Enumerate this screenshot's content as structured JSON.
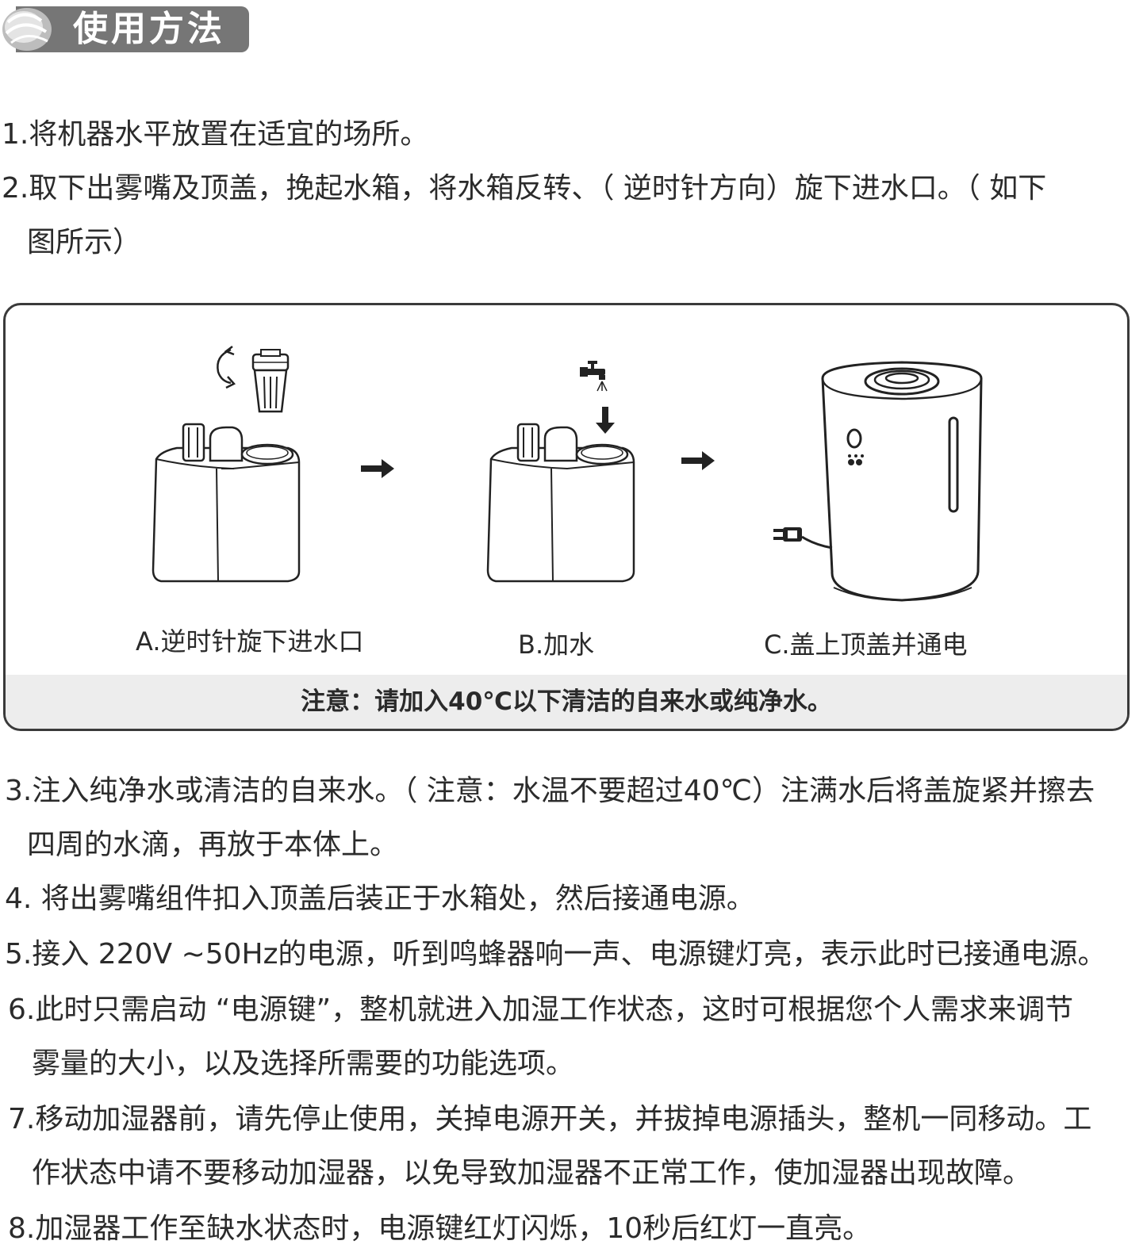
{
  "header": {
    "title": "使用方法"
  },
  "steps": [
    {
      "lines": [
        "1.将机器水平放置在适宜的场所。"
      ]
    },
    {
      "lines": [
        "2.取下出雾嘴及顶盖，挽起水箱，将水箱反转、（ 逆时针方向）旋下进水口。（ 如下",
        "图所示）"
      ]
    },
    {
      "lines": [
        "3.注入纯净水或清洁的自来水。（ 注意：水温不要超过40℃）注满水后将盖旋紧并擦去",
        "四周的水滴，再放于本体上。"
      ]
    },
    {
      "lines": [
        "4. 将出雾嘴组件扣入顶盖后装正于水箱处，然后接通电源。"
      ]
    },
    {
      "lines": [
        "5.接入 220V ~50Hz的电源，听到鸣蜂器响一声、电源键灯亮，表示此时已接通电源。"
      ]
    },
    {
      "lines": [
        "6.此时只需启动 “电源键”，整机就进入加湿工作状态，这时可根据您个人需求来调节",
        "雾量的大小，以及选择所需要的功能选项。"
      ]
    },
    {
      "lines": [
        "7.移动加湿器前，请先停止使用，关掉电源开关，并拔掉电源插头，整机一同移动。工",
        "作状态中请不要移动加湿器，以免导致加湿器不正常工作，使加湿器出现故障。"
      ]
    },
    {
      "lines": [
        "8.加湿器工作至缺水状态时，电源键红灯闪烁，10秒后红灯一直亮。"
      ]
    }
  ],
  "figure": {
    "captions": [
      "A.逆时针旋下进水口",
      "B.加水",
      "C.盖上顶盖并通电"
    ],
    "note": "注意：请加入40℃以下清洁的自来水或纯净水。",
    "icons": [
      "counterclockwise-arrow-icon",
      "water-inlet-cap-icon",
      "water-tank-icon",
      "faucet-icon",
      "down-arrow-icon",
      "right-arrow-icon",
      "humidifier-icon",
      "power-plug-icon"
    ]
  },
  "colors": {
    "header_bg": "#767676",
    "note_bg": "#ededed",
    "text": "#2b2b2b"
  }
}
